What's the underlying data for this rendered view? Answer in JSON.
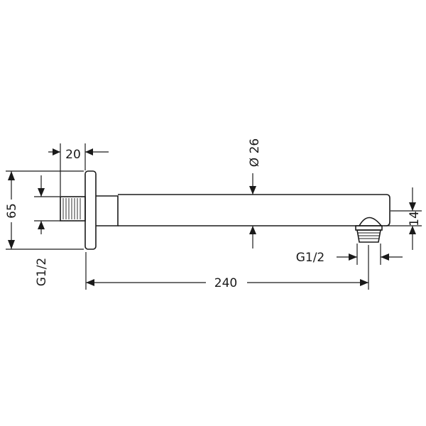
{
  "drawing": {
    "dimensions": {
      "flange_width": "20",
      "pipe_diameter": "Ø 26",
      "wall_height": "65",
      "inlet_thread": "G1/2",
      "outlet_thread": "G1/2",
      "total_length": "240",
      "outlet_offset": "14"
    }
  }
}
